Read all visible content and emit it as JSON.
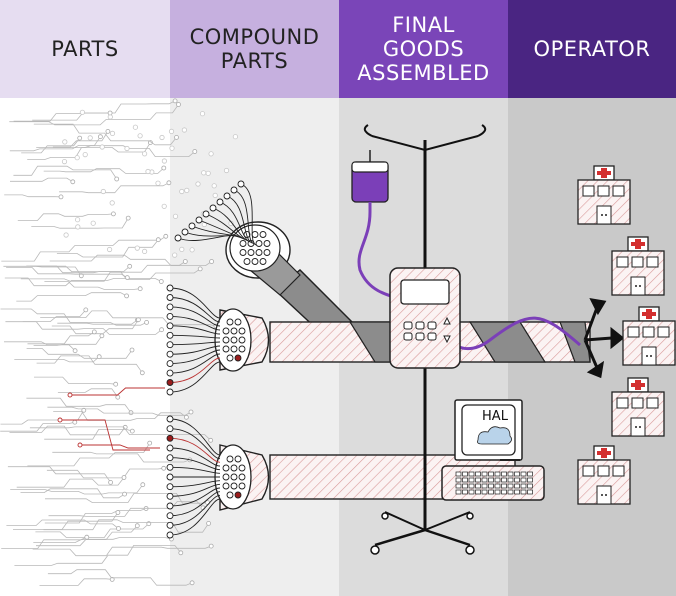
{
  "headers": [
    {
      "label": "PARTS",
      "color": "#E6DDF1",
      "text_color": "#222222"
    },
    {
      "label": "COMPOUND\nPARTS",
      "color": "#C6B0DF",
      "text_color": "#222222"
    },
    {
      "label": "FINAL\nGOODS\nASSEMBLED",
      "color": "#7A45B8",
      "text_color": "#FFFFFF"
    },
    {
      "label": "OPERATOR",
      "color": "#4A2582",
      "text_color": "#FFFFFF"
    }
  ],
  "column_backgrounds": [
    "#FFFFFF",
    "#EEEEEE",
    "#DCDCDC",
    "#C9C9C9"
  ],
  "computer": {
    "screen_text": "HAL"
  },
  "icons": {
    "iv_bag": "iv-bag-icon",
    "infusion_pump": "infusion-pump-icon",
    "computer": "computer-icon",
    "hospital": "hospital-icon",
    "cable_bundle": "cable-bundle-icon"
  },
  "accent_colors": {
    "highlight": "#9B1C1C",
    "iv_fluid": "#7B3FB8",
    "cable_stripe": "#C98A8A",
    "hospital_cross": "#D32F2F"
  }
}
